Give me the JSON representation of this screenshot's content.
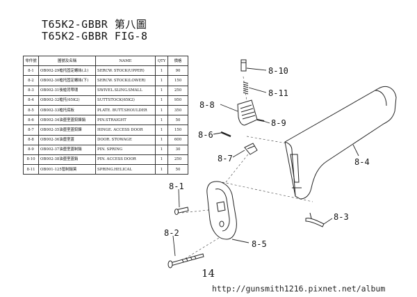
{
  "header": {
    "title_line1": "T65K2-GBBR 第八圖",
    "title_line2": "T65K2-GBBR FIG-8"
  },
  "table": {
    "headers": [
      "零件號",
      "圖號及名稱",
      "NAME",
      "QTY",
      "價格"
    ],
    "rows": [
      [
        "8-1",
        "OB002-29槍托固定螺絲(上)",
        "SERCW. STOCK(UPPER)",
        "1",
        "90"
      ],
      [
        "8-2",
        "OB002-30槍托固定螺絲(下)",
        "SERCW. STOCK(LOWER)",
        "1",
        "150"
      ],
      [
        "8-3",
        "OB002-31後槍背帶環",
        "SWIVEL.SLING.SMALL",
        "1",
        "250"
      ],
      [
        "8-4",
        "OB002-32槍托(65K2)",
        "SUTTSTOCK(65K2)",
        "1",
        "950"
      ],
      [
        "8-5",
        "OB002-33槍托底板",
        "PLATE. BUTT.SHOULDER",
        "1",
        "350"
      ],
      [
        "8-6",
        "OB002-34油壺室蓋鉸鍊銷",
        "PIN.STRAIGHT",
        "1",
        "50"
      ],
      [
        "8-7",
        "OB002-35油壺室蓋鉸鍊",
        "HINGE. ACCESS DOOR",
        "1",
        "150"
      ],
      [
        "8-8",
        "OB002-36油壺室蓋",
        "DOOR. STOWAGE",
        "1",
        "600"
      ],
      [
        "8-9",
        "OB002-37油壺室蓋制銷",
        "PIN. SPRING",
        "1",
        "30"
      ],
      [
        "8-10",
        "OB002-38油壺室蓋銷",
        "PIN. ACCESS DOOR",
        "1",
        "250"
      ],
      [
        "8-11",
        "OB001-125管制銷簧",
        "SPRING.HELICAL",
        "1",
        "50"
      ]
    ]
  },
  "callouts": {
    "c8_1": "8-1",
    "c8_2": "8-2",
    "c8_3": "8-3",
    "c8_4": "8-4",
    "c8_5": "8-5",
    "c8_6": "8-6",
    "c8_7": "8-7",
    "c8_8": "8-8",
    "c8_9": "8-9",
    "c8_10": "8-10",
    "c8_11": "8-11"
  },
  "footer": {
    "page_number": "14",
    "url": "http://gunsmith1216.pixnet.net/album"
  }
}
